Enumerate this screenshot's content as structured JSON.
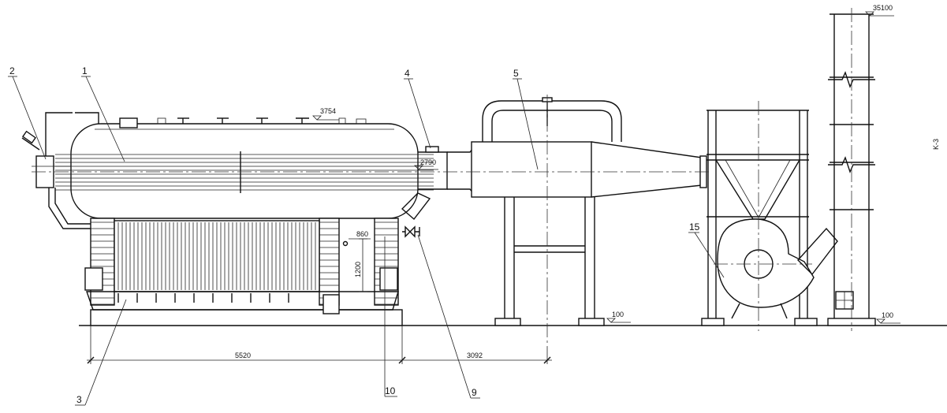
{
  "callouts": {
    "c1": "1",
    "c2": "2",
    "c3": "3",
    "c4": "4",
    "c5": "5",
    "c9": "9",
    "c10": "10",
    "c15": "15"
  },
  "elevations": {
    "top_drum": "3754",
    "centerline": "2790",
    "stack_top": "35100",
    "base_left": "100",
    "base_right": "100"
  },
  "dimensions": {
    "boiler_length": "5520",
    "offset": "3092",
    "grate_height": "1200",
    "window": "860",
    "side_mark": "K-3"
  }
}
